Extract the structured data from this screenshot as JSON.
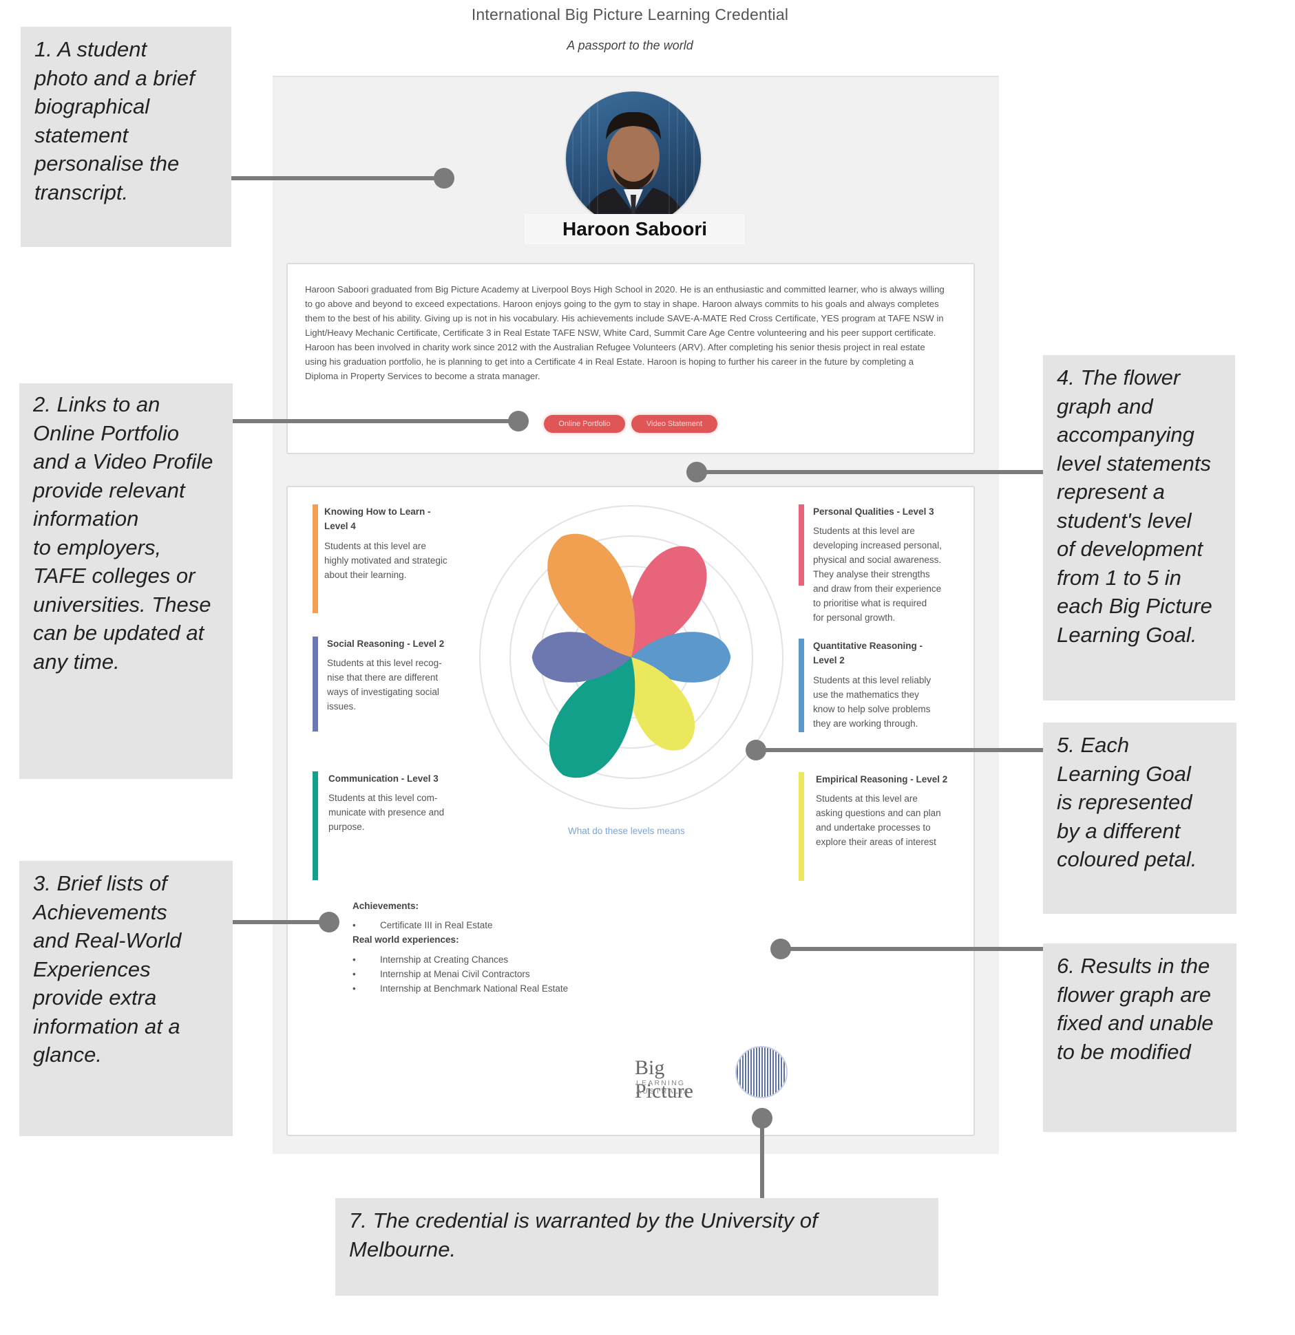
{
  "header": {
    "title": "International Big Picture Learning Credential",
    "subtitle": "A passport to the world"
  },
  "student": {
    "name": "Haroon Saboori",
    "photo_alt": "student-photo",
    "bio": "Haroon Saboori graduated from Big Picture Academy at Liverpool Boys High School in 2020. He is an enthusiastic and committed learner, who is always willing to go above and beyond to exceed expectations. Haroon enjoys going to the gym to stay in shape. Haroon always commits to his goals and always completes them to the best of his ability. Giving up is not in his vocabulary. His achievements include SAVE-A-MATE Red Cross Certificate, YES program at TAFE NSW in Light/Heavy Mechanic Certificate, Certificate 3 in Real Estate TAFE NSW, White Card, Summit Care Age Centre volunteering and his peer support certificate. Haroon has been involved in charity work since 2012 with the Australian Refugee Volunteers (ARV). After completing his senior thesis project in real estate using his graduation portfolio, he is planning to get into a Certificate 4 in Real Estate. Haroon is hoping to further his career in the future by completing a Diploma in Property Services to become a strata manager."
  },
  "links": {
    "portfolio": "Online Portfolio",
    "video": "Video Statement"
  },
  "goals": {
    "knowing": {
      "title_1": "Knowing How to Learn -",
      "title_2": "Level 4",
      "desc_1": "Students at this level are",
      "desc_2": "highly motivated and strategic",
      "desc_3": "about their learning.",
      "color": "#f0a050",
      "level": 4
    },
    "personal": {
      "title_1": "Personal Qualities - Level 3",
      "desc_1": "Students at this level are",
      "desc_2": "developing increased personal,",
      "desc_3": "physical and social awareness.",
      "desc_4": "They analyse their strengths",
      "desc_5": "and draw from their experience",
      "desc_6": "to prioritise what is required",
      "desc_7": "for personal growth.",
      "color": "#e8647a",
      "level": 3
    },
    "social": {
      "title_1": "Social Reasoning - Level 2",
      "desc_1": "Students at this level recog-",
      "desc_2": "nise that there are different",
      "desc_3": "ways of investigating social",
      "desc_4": "issues.",
      "color": "#6e78b0",
      "level": 2
    },
    "quant": {
      "title_1": "Quantitative Reasoning -",
      "title_2": "Level 2",
      "desc_1": "Students at this level reliably",
      "desc_2": "use the mathematics they",
      "desc_3": "know to help solve problems",
      "desc_4": "they are working through.",
      "color": "#5b98cc",
      "level": 2
    },
    "comm": {
      "title_1": "Communication - Level 3",
      "desc_1": "Students at this level com-",
      "desc_2": "municate with presence and",
      "desc_3": "purpose.",
      "color": "#12a08b",
      "level": 3
    },
    "empirical": {
      "title_1": "Empirical Reasoning - Level 2",
      "desc_1": "Students at this level are",
      "desc_2": "asking questions and can plan",
      "desc_3": "and undertake processes to",
      "desc_4": "explore their areas of interest",
      "color": "#ece85e",
      "level": 2
    }
  },
  "levels_link": "What do these levels means",
  "achievements": {
    "heading": "Achievements:",
    "items": [
      "Certificate III in Real Estate"
    ],
    "real_heading": "Real world experiences:",
    "real_items": [
      "Internship at Creating Chances",
      "Internship at Menai Civil Contractors",
      "Internship at Benchmark National Real Estate"
    ],
    "bullet": "•"
  },
  "logo": {
    "main": "Big Picture",
    "sub": "LEARNING AUSTRALIA"
  },
  "callouts": {
    "c1": [
      "1. A student",
      "photo and a brief",
      "biographical",
      "statement",
      "personalise the",
      "transcript."
    ],
    "c2": [
      "2. Links to an",
      "Online Portfolio",
      "and a Video Profile",
      "provide relevant",
      "information",
      "to employers,",
      "TAFE colleges or",
      "universities. These",
      "can be updated at",
      "any time."
    ],
    "c3": [
      "3. Brief lists of",
      "Achievements",
      "and Real-World",
      "Experiences",
      "provide extra",
      "information at a",
      "glance."
    ],
    "c4": [
      "4. The flower",
      "graph and",
      "accompanying",
      "level statements",
      "represent a",
      "student's level",
      "of development",
      "from 1 to 5 in",
      "each Big Picture",
      "Learning Goal."
    ],
    "c5": [
      "5. Each",
      "Learning Goal",
      "is represented",
      "by a different",
      "coloured petal."
    ],
    "c6": [
      "6. Results in the",
      "flower graph are",
      "fixed and unable",
      "to be modified"
    ],
    "c7": [
      "7. The credential is warranted by the University of",
      "Melbourne."
    ]
  },
  "colors": {
    "accent_button": "#e05555",
    "callout_bg": "#e4e4e4",
    "connector": "#7b7b7b"
  },
  "icons": [
    "student-photo",
    "big-picture-logo",
    "university-seal-icon"
  ]
}
